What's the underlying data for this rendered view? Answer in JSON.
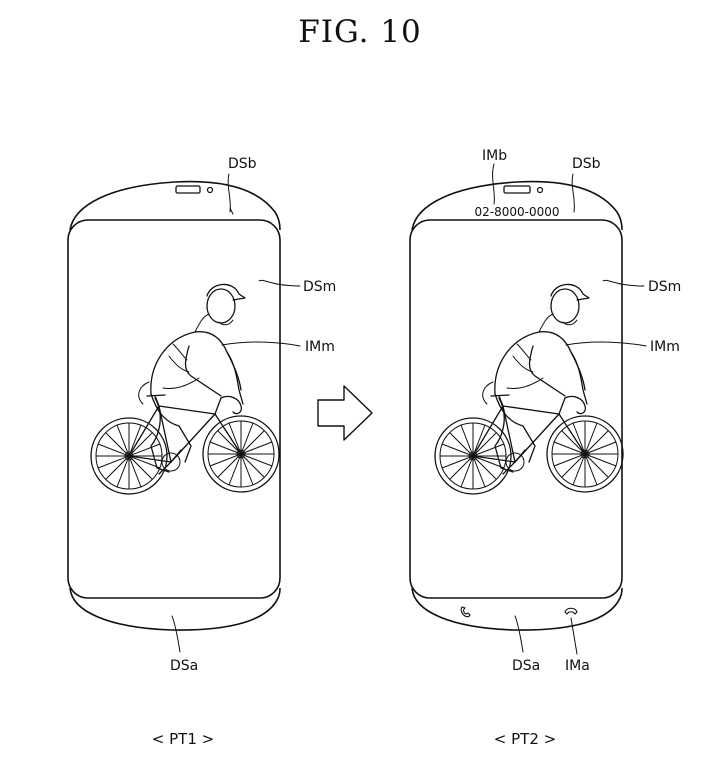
{
  "figure": {
    "title": "FIG. 10",
    "arrow_icon": "right-arrow-icon",
    "panels": [
      {
        "id": "left",
        "caption": "< PT1 >",
        "labels": {
          "top_display": "DSb",
          "main_display": "DSm",
          "image": "IMm",
          "bottom_display": "DSa"
        }
      },
      {
        "id": "right",
        "caption": "< PT2 >",
        "labels": {
          "top_image": "IMb",
          "top_display": "DSb",
          "main_display": "DSm",
          "image": "IMm",
          "bottom_display": "DSa",
          "bottom_image": "IMa"
        },
        "phone_number": "02-8000-0000",
        "icons": [
          "phone-icon",
          "end-call-icon"
        ]
      }
    ]
  }
}
